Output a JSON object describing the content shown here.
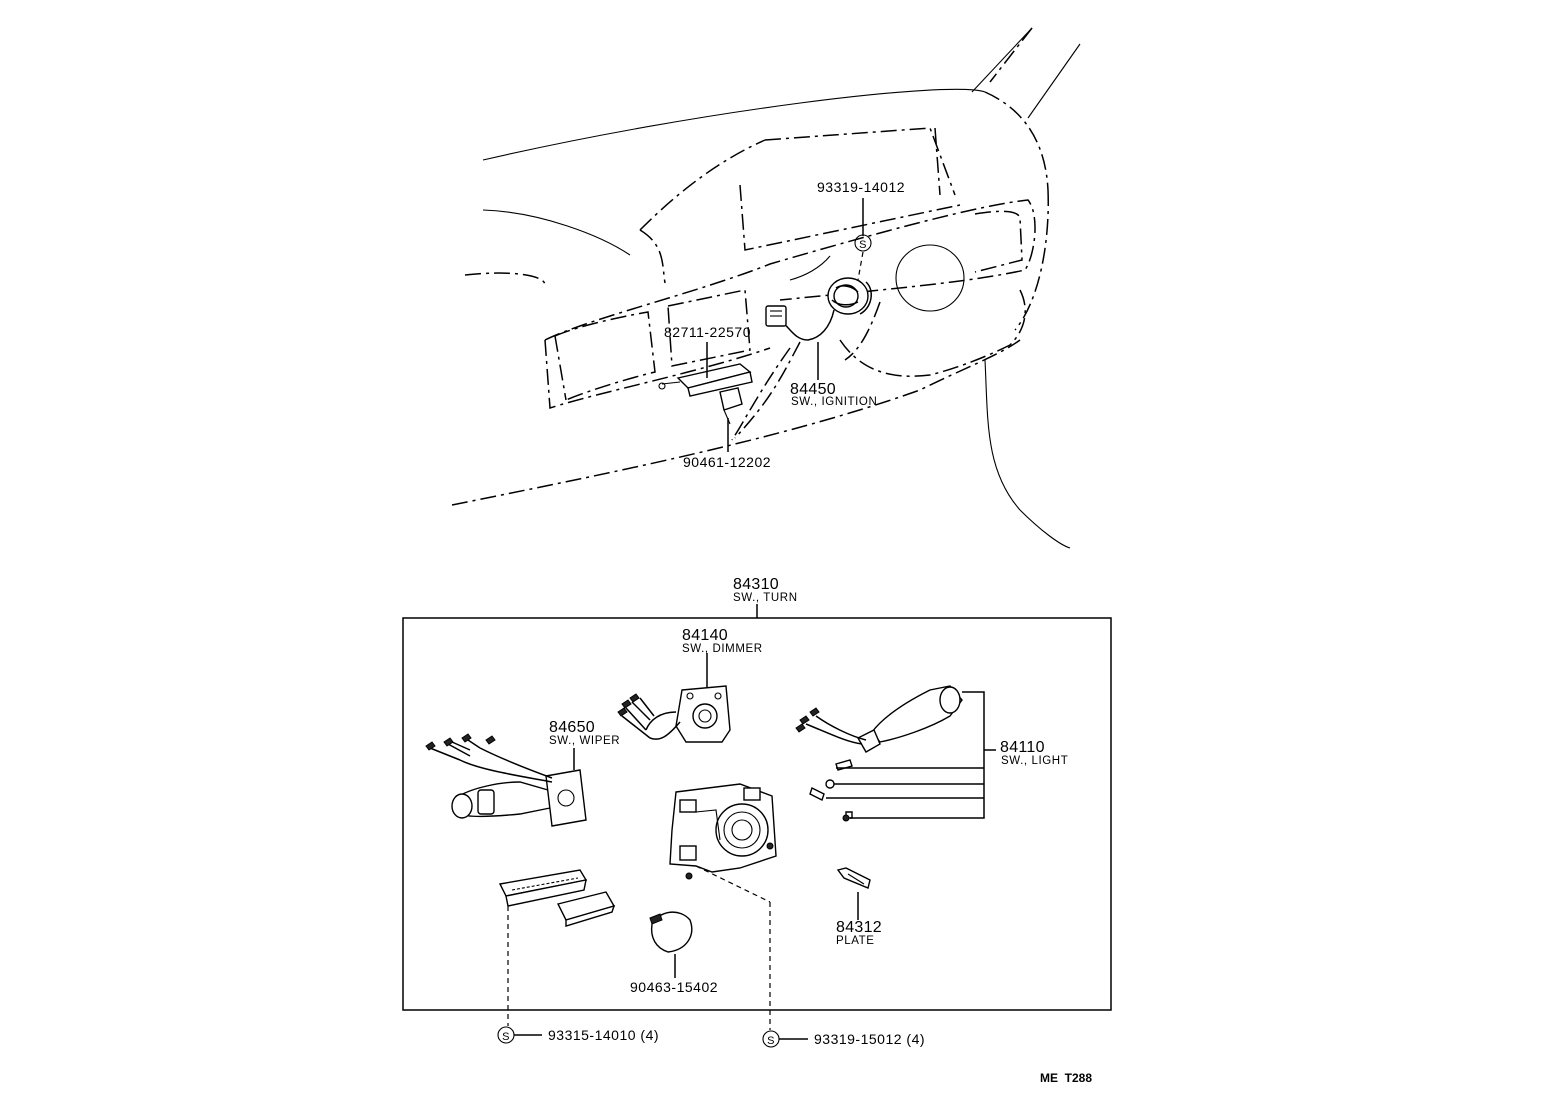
{
  "diagram": {
    "parts": {
      "screw_top": {
        "number": "93319-14012"
      },
      "connector": {
        "number": "82711-22570"
      },
      "ignition": {
        "number": "84450",
        "name": "SW., IGNITION"
      },
      "clamp_top": {
        "number": "90461-12202"
      },
      "turn": {
        "number": "84310",
        "name": "SW., TURN"
      },
      "dimmer": {
        "number": "84140",
        "name": "SW., DIMMER"
      },
      "wiper": {
        "number": "84650",
        "name": "SW., WIPER"
      },
      "light": {
        "number": "84110",
        "name": "SW., LIGHT"
      },
      "plate": {
        "number": "84312",
        "name": "PLATE"
      },
      "clamp_bottom": {
        "number": "90463-15402"
      },
      "screw_left": {
        "number": "93315-14010 (4)"
      },
      "screw_right": {
        "number": "93319-15012 (4)"
      }
    },
    "symbol": "S",
    "code": "ME  T288"
  }
}
